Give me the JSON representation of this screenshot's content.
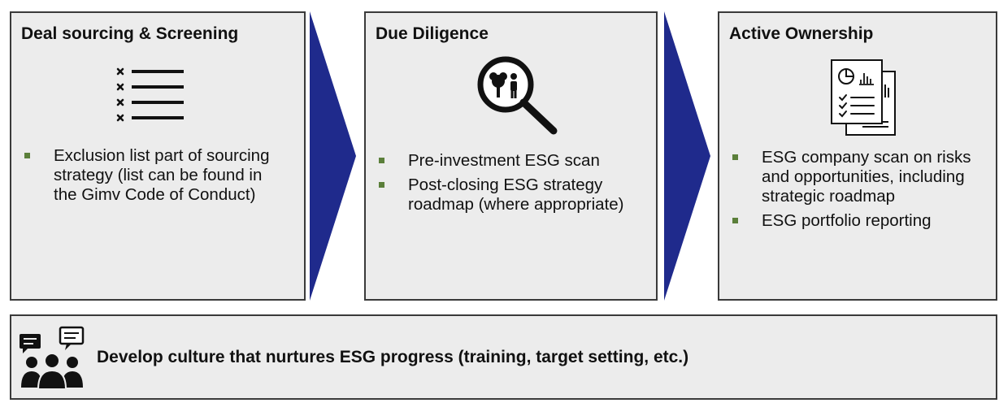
{
  "stages": [
    {
      "title": "Deal sourcing & Screening",
      "icon": "checklist-icon",
      "bullets": [
        "Exclusion list part of sourcing strategy (list can be found in the Gimv Code of Conduct)"
      ]
    },
    {
      "title": "Due Diligence",
      "icon": "magnifier-icon",
      "bullets": [
        "Pre-investment ESG scan",
        "Post-closing ESG strategy roadmap (where appropriate)"
      ]
    },
    {
      "title": "Active Ownership",
      "icon": "report-icon",
      "bullets": [
        "ESG company scan on risks and opportunities, including strategic roadmap",
        "ESG portfolio reporting"
      ]
    }
  ],
  "culture": {
    "icon": "people-chat-icon",
    "text": "Develop culture that nurtures ESG progress (training, target setting, etc.)"
  },
  "colors": {
    "arrow": "#1f2a8c",
    "bullet": "#5b7f3a",
    "box_fill": "#ececec",
    "box_border": "#3a3a3a"
  }
}
